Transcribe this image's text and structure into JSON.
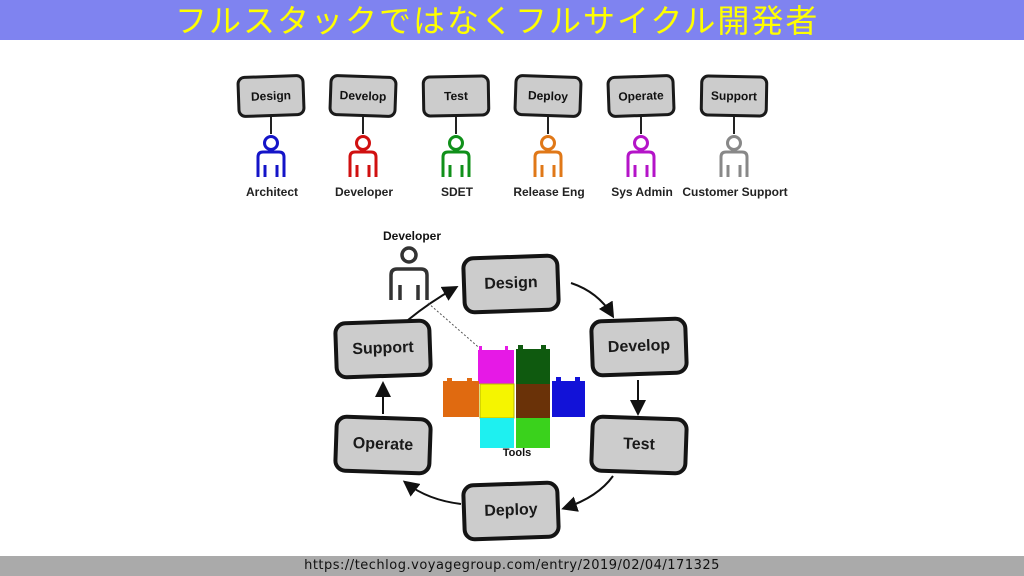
{
  "header": {
    "title": "フルスタックではなくフルサイクル開発者"
  },
  "roles": [
    {
      "stage": "Design",
      "person": "Architect",
      "color": "#1414c8"
    },
    {
      "stage": "Develop",
      "person": "Developer",
      "color": "#d01010"
    },
    {
      "stage": "Test",
      "person": "SDET",
      "color": "#10901a"
    },
    {
      "stage": "Deploy",
      "person": "Release Eng",
      "color": "#e07818"
    },
    {
      "stage": "Operate",
      "person": "Sys Admin",
      "color": "#b414c8"
    },
    {
      "stage": "Support",
      "person": "Customer Support",
      "color": "#888888"
    }
  ],
  "cycle": {
    "developer_label": "Developer",
    "tools_label": "Tools",
    "stages": [
      "Design",
      "Develop",
      "Test",
      "Deploy",
      "Operate",
      "Support"
    ],
    "developer_color": "#333333"
  },
  "blocks": {
    "colors": {
      "magenta": "#e619e6",
      "dark_green": "#0f5a0f",
      "orange": "#e06a10",
      "yellow": "#f5f500",
      "brown": "#6a3208",
      "blue": "#1212d8",
      "cyan": "#1ef0f0",
      "green": "#3ad21c"
    }
  },
  "footer": {
    "url": "https://techlog.voyagegroup.com/entry/2019/02/04/171325"
  }
}
